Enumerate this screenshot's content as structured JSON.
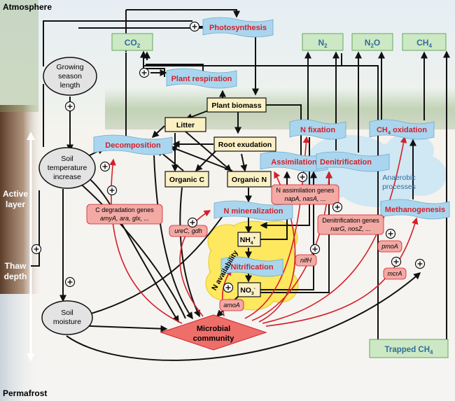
{
  "zones": {
    "atmosphere": "Atmosphere",
    "active_layer": [
      "Active",
      "layer"
    ],
    "thaw_depth": [
      "Thaw",
      "depth"
    ],
    "permafrost": "Permafrost"
  },
  "gases": {
    "co2": {
      "base": "CO",
      "sub": "2"
    },
    "n2": {
      "base": "N",
      "sub": "2"
    },
    "n2o": {
      "base": "N",
      "sub": "2",
      "tail": "O"
    },
    "ch4": {
      "base": "CH",
      "sub": "4"
    },
    "trapped_ch4": {
      "base": "Trapped CH",
      "sub": "4"
    }
  },
  "drivers": {
    "growing_season": [
      "Growing",
      "season",
      "length"
    ],
    "soil_temp": [
      "Soil",
      "temperature",
      "increase"
    ],
    "soil_moisture": [
      "Soil",
      "moisture"
    ]
  },
  "pools": {
    "plant_biomass": "Plant biomass",
    "litter": "Litter",
    "root_exudation": "Root exudation",
    "organic_c": "Organic C",
    "organic_n": "Organic N",
    "nh4": {
      "base": "NH",
      "sub": "4",
      "sup": "+"
    },
    "no3": {
      "base": "NO",
      "sub": "3",
      "sup": "-"
    }
  },
  "processes": {
    "photosynthesis": "Photosynthesis",
    "plant_respiration": "Plant respiration",
    "decomposition": "Decomposition",
    "n_fixation": "N fixation",
    "ch4_oxidation": {
      "base": "CH",
      "sub": "4",
      "tail": " oxidation"
    },
    "assimilation": "Assimilation",
    "denitrification": "Denitrification",
    "n_mineralization": "N mineralization",
    "nitrification": "Nitrification",
    "methanogenesis": "Methanogenesis"
  },
  "genes": {
    "c_degradation": {
      "title": "C degradation genes",
      "list": "amyA, ara, glx, ..."
    },
    "n_assimilation": {
      "title": "N assimilation genes",
      "list": "napA, nasA, ..."
    },
    "denitrification": {
      "title": "Denitrification genes",
      "list": "narG, nosZ, ..."
    },
    "urec_gdh": "ureC, gdh",
    "nifh": "nifH",
    "amoa": "amoA",
    "pmoa": "pmoA",
    "mcra": "mcrA"
  },
  "regions": {
    "n_availability": "N availability",
    "anaerobic": [
      "Anaerobic",
      "processes"
    ]
  },
  "microbial": [
    "Microbial",
    "community"
  ],
  "colors": {
    "gas_box_fill": "#cde8c4",
    "gas_box_stroke": "#63a85a",
    "gas_text": "#2f6e9a",
    "process_fill": "#a9d6ee",
    "process_text": "#d4202a",
    "pool_fill": "#fbf0c4",
    "gene_fill": "#f3a9a4",
    "microbial_fill": "#ee6f6a",
    "cloud_yellow": "#fde85f",
    "cloud_blue": "#cde6f5",
    "driver_fill": "#e3e3e3",
    "red_arrow": "#d4202a"
  }
}
